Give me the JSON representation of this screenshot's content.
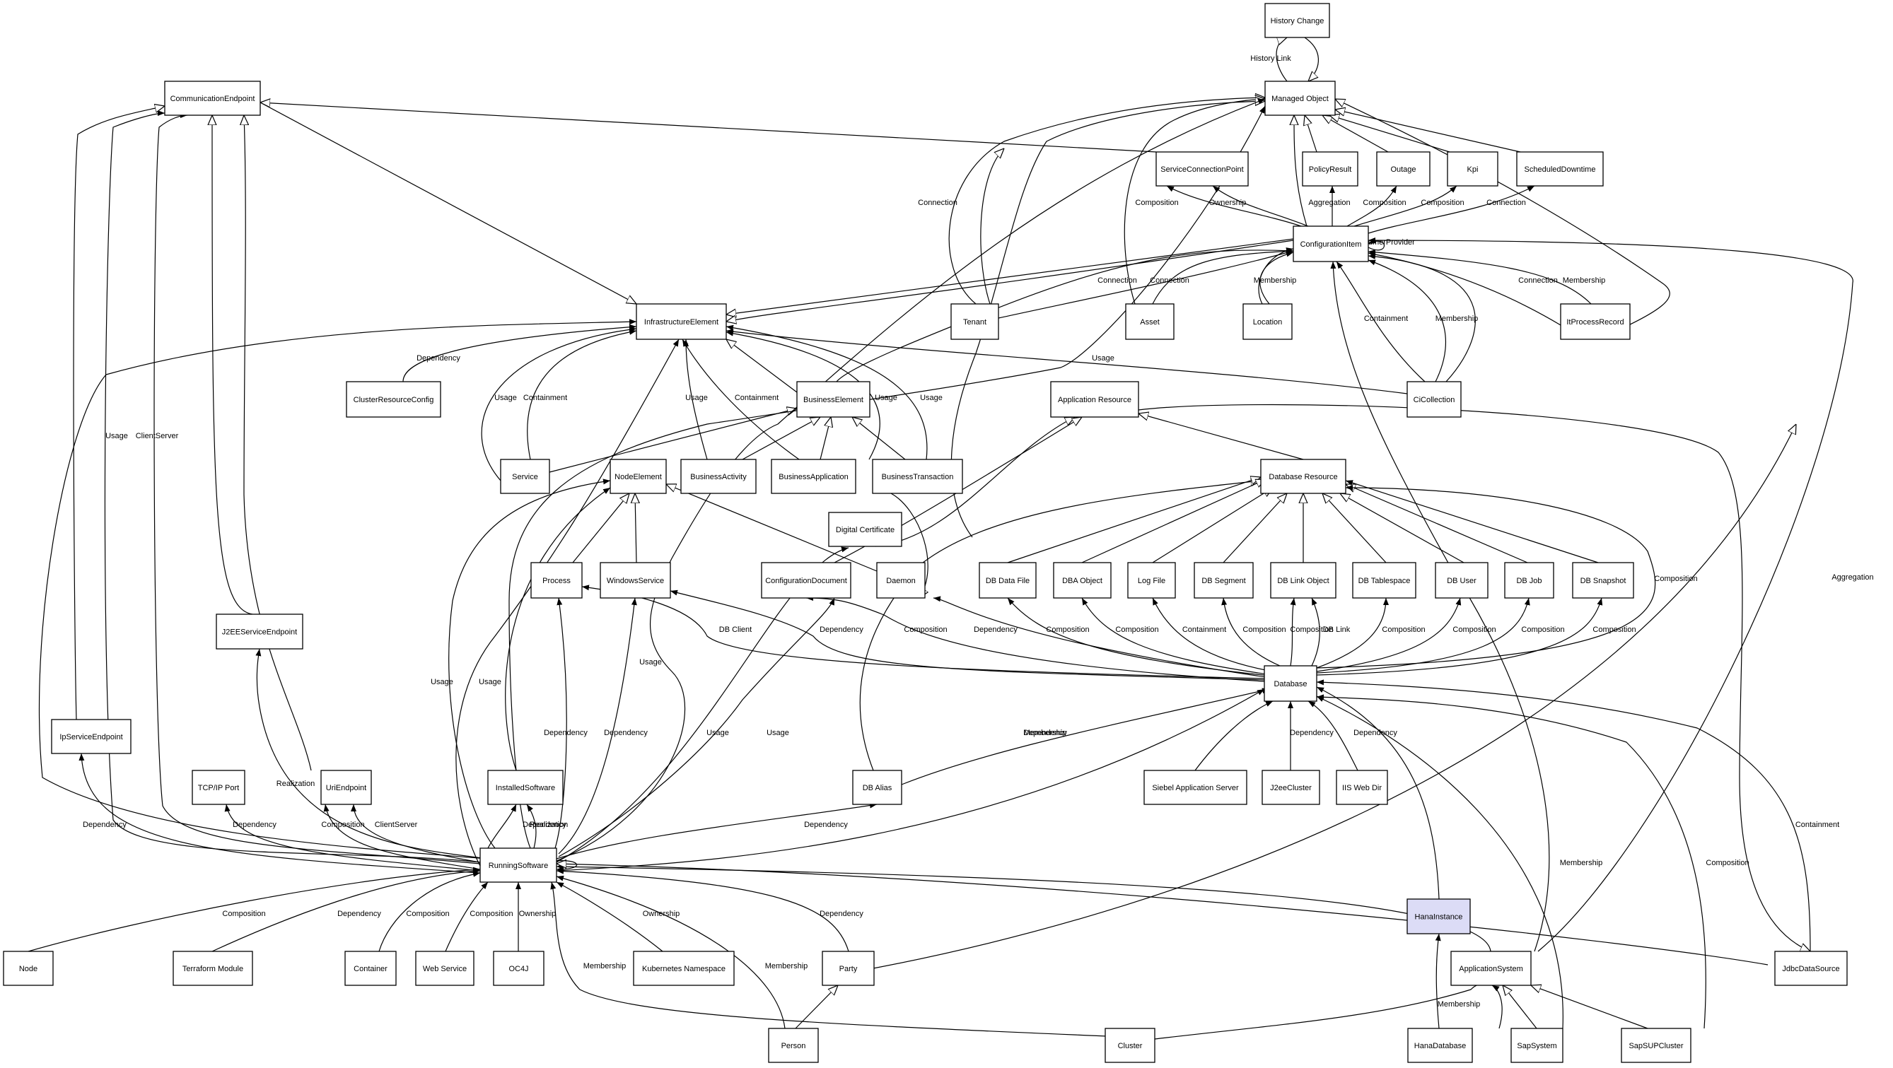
{
  "diagram": {
    "highlight_color": "#dcdcf6",
    "nodes": [
      {
        "id": "history",
        "label": "History Change"
      },
      {
        "id": "managed",
        "label": "Managed Object"
      },
      {
        "id": "commend",
        "label": "CommunicationEndpoint"
      },
      {
        "id": "scp",
        "label": "ServiceConnectionPoint"
      },
      {
        "id": "policy",
        "label": "PolicyResult"
      },
      {
        "id": "outage",
        "label": "Outage"
      },
      {
        "id": "kpi",
        "label": "Kpi"
      },
      {
        "id": "sched",
        "label": "ScheduledDowntime"
      },
      {
        "id": "ci",
        "label": "ConfigurationItem"
      },
      {
        "id": "infra",
        "label": "InfrastructureElement"
      },
      {
        "id": "tenant",
        "label": "Tenant"
      },
      {
        "id": "asset",
        "label": "Asset"
      },
      {
        "id": "location",
        "label": "Location"
      },
      {
        "id": "itproc",
        "label": "ItProcessRecord"
      },
      {
        "id": "crc",
        "label": "ClusterResourceConfig"
      },
      {
        "id": "bizel",
        "label": "BusinessElement"
      },
      {
        "id": "appres",
        "label": "Application Resource"
      },
      {
        "id": "cicoll",
        "label": "CiCollection"
      },
      {
        "id": "service",
        "label": "Service"
      },
      {
        "id": "nodeel",
        "label": "NodeElement"
      },
      {
        "id": "bizact",
        "label": "BusinessActivity"
      },
      {
        "id": "bizapp",
        "label": "BusinessApplication"
      },
      {
        "id": "biztx",
        "label": "BusinessTransaction"
      },
      {
        "id": "dbres",
        "label": "Database Resource"
      },
      {
        "id": "digcert",
        "label": "Digital Certificate"
      },
      {
        "id": "process",
        "label": "Process"
      },
      {
        "id": "winsvc",
        "label": "WindowsService"
      },
      {
        "id": "confdoc",
        "label": "ConfigurationDocument"
      },
      {
        "id": "daemon",
        "label": "Daemon"
      },
      {
        "id": "dbdatafile",
        "label": "DB Data File"
      },
      {
        "id": "dbaobj",
        "label": "DBA Object"
      },
      {
        "id": "logfile",
        "label": "Log File"
      },
      {
        "id": "dbseg",
        "label": "DB Segment"
      },
      {
        "id": "dblinkobj",
        "label": "DB Link Object"
      },
      {
        "id": "dbts",
        "label": "DB Tablespace"
      },
      {
        "id": "dbuser",
        "label": "DB User"
      },
      {
        "id": "dbjob",
        "label": "DB Job"
      },
      {
        "id": "dbsnap",
        "label": "DB Snapshot"
      },
      {
        "id": "j2ee",
        "label": "J2EEServiceEndpoint"
      },
      {
        "id": "database",
        "label": "Database"
      },
      {
        "id": "ipse",
        "label": "IpServiceEndpoint"
      },
      {
        "id": "tcpip",
        "label": "TCP/IP Port"
      },
      {
        "id": "uriep",
        "label": "UriEndpoint"
      },
      {
        "id": "instsw",
        "label": "InstalledSoftware"
      },
      {
        "id": "dbalias",
        "label": "DB Alias"
      },
      {
        "id": "siebel",
        "label": "Siebel Application Server"
      },
      {
        "id": "j2eecl",
        "label": "J2eeCluster"
      },
      {
        "id": "iiswd",
        "label": "IIS Web Dir"
      },
      {
        "id": "runsw",
        "label": "RunningSoftware"
      },
      {
        "id": "hanainst",
        "label": "HanaInstance",
        "highlight": true
      },
      {
        "id": "node",
        "label": "Node"
      },
      {
        "id": "terraform",
        "label": "Terraform Module"
      },
      {
        "id": "container",
        "label": "Container"
      },
      {
        "id": "websvc",
        "label": "Web Service"
      },
      {
        "id": "oc4j",
        "label": "OC4J"
      },
      {
        "id": "k8sns",
        "label": "Kubernetes Namespace"
      },
      {
        "id": "party",
        "label": "Party"
      },
      {
        "id": "appsys",
        "label": "ApplicationSystem"
      },
      {
        "id": "jdbc",
        "label": "JdbcDataSource"
      },
      {
        "id": "person",
        "label": "Person"
      },
      {
        "id": "cluster",
        "label": "Cluster"
      },
      {
        "id": "hanadb",
        "label": "HanaDatabase"
      },
      {
        "id": "sapsys",
        "label": "SapSystem"
      },
      {
        "id": "sapsup",
        "label": "SapSUPCluster"
      }
    ],
    "edges": [
      {
        "id": "e1",
        "label": "History Link",
        "type": "tri"
      },
      {
        "id": "e2",
        "label": "",
        "type": "tri"
      },
      {
        "id": "e3",
        "label": "",
        "type": "tri"
      },
      {
        "id": "e4",
        "label": "",
        "type": "tri"
      },
      {
        "id": "e5",
        "label": "",
        "type": "tri"
      },
      {
        "id": "e6",
        "label": "",
        "type": "tri"
      },
      {
        "id": "e7",
        "label": "",
        "type": "tri"
      },
      {
        "id": "e8",
        "label": "",
        "type": "tri"
      },
      {
        "id": "e9",
        "label": "Connection",
        "type": "tri"
      },
      {
        "id": "e10",
        "label": "",
        "type": "tri"
      },
      {
        "id": "e11",
        "label": "",
        "type": "tri"
      },
      {
        "id": "e12",
        "label": "",
        "type": "tri"
      },
      {
        "id": "e13",
        "label": "",
        "type": "tri"
      },
      {
        "id": "e14",
        "label": "Composition",
        "type": "arrow"
      },
      {
        "id": "e15",
        "label": "Ownership",
        "type": "arrow"
      },
      {
        "id": "e16",
        "label": "Aggregation",
        "type": "arrow"
      },
      {
        "id": "e17",
        "label": "Composition",
        "type": "arrow"
      },
      {
        "id": "e18",
        "label": "Composition",
        "type": "arrow"
      },
      {
        "id": "e19",
        "label": "Connection",
        "type": "arrow"
      },
      {
        "id": "e20",
        "label": "ConsumerProvider",
        "type": "arrow"
      },
      {
        "id": "e21",
        "label": "Connection",
        "type": "arrow"
      },
      {
        "id": "e22",
        "label": "Connection",
        "type": "arrow"
      },
      {
        "id": "e23",
        "label": "Membership",
        "type": "arrow"
      },
      {
        "id": "e24",
        "label": "",
        "type": "arrow"
      },
      {
        "id": "e25",
        "label": "Connection",
        "type": "arrow"
      },
      {
        "id": "e26",
        "label": "Membership",
        "type": "arrow"
      },
      {
        "id": "e27",
        "label": "Containment",
        "type": "arrow"
      },
      {
        "id": "e28",
        "label": "Membership",
        "type": "arrow"
      },
      {
        "id": "e29",
        "label": "",
        "type": "arrow"
      },
      {
        "id": "e30",
        "label": "Aggregation",
        "type": "arrow"
      },
      {
        "id": "e31",
        "label": "",
        "type": "arrow"
      },
      {
        "id": "e32",
        "label": "",
        "type": "tri"
      },
      {
        "id": "e33",
        "label": "",
        "type": "tri"
      },
      {
        "id": "e34",
        "label": "Usage",
        "type": "arrow"
      },
      {
        "id": "e35",
        "label": "ClientServer",
        "type": "arrow"
      },
      {
        "id": "e36",
        "label": "",
        "type": "tri"
      },
      {
        "id": "e37",
        "label": "",
        "type": "tri"
      },
      {
        "id": "e38",
        "label": "",
        "type": "tri"
      },
      {
        "id": "e39",
        "label": "",
        "type": "tri"
      },
      {
        "id": "e40",
        "label": "Dependency",
        "type": "arrow"
      },
      {
        "id": "e41",
        "label": "Usage",
        "type": "arrow"
      },
      {
        "id": "e42",
        "label": "Containment",
        "type": "arrow"
      },
      {
        "id": "e43",
        "label": "Usage",
        "type": "arrow"
      },
      {
        "id": "e44",
        "label": "Containment",
        "type": "arrow"
      },
      {
        "id": "e45",
        "label": "Usage",
        "type": "arrow"
      },
      {
        "id": "e46",
        "label": "Usage",
        "type": "arrow"
      },
      {
        "id": "e47",
        "label": "",
        "type": "tri"
      },
      {
        "id": "e48",
        "label": "Usage",
        "type": "arrow"
      },
      {
        "id": "e49",
        "label": "",
        "type": "arrow"
      },
      {
        "id": "e50",
        "label": "",
        "type": "tri"
      },
      {
        "id": "e51",
        "label": "",
        "type": "tri"
      },
      {
        "id": "e52",
        "label": "",
        "type": "tri"
      },
      {
        "id": "e53",
        "label": "",
        "type": "tri"
      },
      {
        "id": "e54",
        "label": "",
        "type": "tri"
      },
      {
        "id": "e55",
        "label": "",
        "type": "tri"
      },
      {
        "id": "e56",
        "label": "",
        "type": "tri"
      },
      {
        "id": "e57",
        "label": "",
        "type": "tri"
      },
      {
        "id": "e58",
        "label": "",
        "type": "tri"
      },
      {
        "id": "e59",
        "label": "",
        "type": "tri"
      },
      {
        "id": "e60",
        "label": "",
        "type": "tri"
      },
      {
        "id": "e61",
        "label": "",
        "type": "tri"
      },
      {
        "id": "e62",
        "label": "",
        "type": "tri"
      },
      {
        "id": "e63",
        "label": "",
        "type": "tri"
      },
      {
        "id": "e64",
        "label": "",
        "type": "tri"
      },
      {
        "id": "e65",
        "label": "",
        "type": "tri"
      },
      {
        "id": "e66",
        "label": "",
        "type": "tri"
      },
      {
        "id": "e67",
        "label": "",
        "type": "tri"
      },
      {
        "id": "e68",
        "label": "",
        "type": "tri"
      },
      {
        "id": "e69",
        "label": "",
        "type": "tri"
      },
      {
        "id": "e70",
        "label": "",
        "type": "tri"
      },
      {
        "id": "e71",
        "label": "Composition",
        "type": "arrow"
      },
      {
        "id": "e72",
        "label": "DB Client",
        "type": "arrow"
      },
      {
        "id": "e73",
        "label": "Dependency",
        "type": "arrow"
      },
      {
        "id": "e74",
        "label": "Composition",
        "type": "arrow"
      },
      {
        "id": "e75",
        "label": "Dependency",
        "type": "arrow"
      },
      {
        "id": "e76",
        "label": "Composition",
        "type": "arrow"
      },
      {
        "id": "e77",
        "label": "Composition",
        "type": "arrow"
      },
      {
        "id": "e78",
        "label": "Containment",
        "type": "arrow"
      },
      {
        "id": "e79",
        "label": "Composition",
        "type": "arrow"
      },
      {
        "id": "e80",
        "label": "Composition",
        "type": "arrow"
      },
      {
        "id": "e81",
        "label": "DB Link",
        "type": "arrow"
      },
      {
        "id": "e82",
        "label": "Composition",
        "type": "arrow"
      },
      {
        "id": "e83",
        "label": "Composition",
        "type": "arrow"
      },
      {
        "id": "e84",
        "label": "Composition",
        "type": "arrow"
      },
      {
        "id": "e85",
        "label": "Composition",
        "type": "arrow"
      },
      {
        "id": "e86",
        "label": "Composition",
        "type": "arrow"
      },
      {
        "id": "e87",
        "label": "Usage",
        "type": "arrow"
      },
      {
        "id": "e88",
        "label": "Usage",
        "type": "arrow"
      },
      {
        "id": "e89",
        "label": "Dependency",
        "type": "arrow"
      },
      {
        "id": "e90",
        "label": "Dependency",
        "type": "arrow"
      },
      {
        "id": "e91",
        "label": "Usage",
        "type": "arrow"
      },
      {
        "id": "e92",
        "label": "Usage",
        "type": "arrow"
      },
      {
        "id": "e93",
        "label": "Usage",
        "type": "arrow"
      },
      {
        "id": "e94",
        "label": "Usage",
        "type": "arrow"
      },
      {
        "id": "e95",
        "label": "Usage",
        "type": "arrow"
      },
      {
        "id": "e96",
        "label": "Composition",
        "type": "arrow"
      },
      {
        "id": "e97",
        "label": "ClientServer",
        "type": "arrow"
      },
      {
        "id": "e98",
        "label": "Dependency",
        "type": "arrow"
      },
      {
        "id": "e99",
        "label": "Realization",
        "type": "arrow"
      },
      {
        "id": "e100",
        "label": "Dependency",
        "type": "arrow"
      },
      {
        "id": "e101",
        "label": "Realization",
        "type": "arrow"
      },
      {
        "id": "e102",
        "label": "",
        "type": "arrow"
      },
      {
        "id": "e103",
        "label": "Dependency",
        "type": "arrow"
      },
      {
        "id": "e104",
        "label": "Membership",
        "type": "arrow"
      },
      {
        "id": "e105",
        "label": "Dependency",
        "type": "arrow"
      },
      {
        "id": "e106",
        "label": "Dependency",
        "type": "arrow"
      },
      {
        "id": "e107",
        "label": "",
        "type": "arrow"
      },
      {
        "id": "e108",
        "label": "Dependency",
        "type": "arrow"
      },
      {
        "id": "e109",
        "label": "Dependency",
        "type": "arrow"
      },
      {
        "id": "e110",
        "label": "Dependency",
        "type": "arrow"
      },
      {
        "id": "e111",
        "label": "Membership",
        "type": "arrow"
      },
      {
        "id": "e112",
        "label": "Composition",
        "type": "arrow"
      },
      {
        "id": "e113",
        "label": "Containment",
        "type": "arrow"
      },
      {
        "id": "e114",
        "label": "Composition",
        "type": "arrow"
      },
      {
        "id": "e115",
        "label": "Dependency",
        "type": "arrow"
      },
      {
        "id": "e116",
        "label": "Composition",
        "type": "arrow"
      },
      {
        "id": "e117",
        "label": "Composition",
        "type": "arrow"
      },
      {
        "id": "e118",
        "label": "Ownership",
        "type": "arrow"
      },
      {
        "id": "e119",
        "label": "Ownership",
        "type": "arrow"
      },
      {
        "id": "e120",
        "label": "Membership",
        "type": "arrow"
      },
      {
        "id": "e121",
        "label": "Dependency",
        "type": "arrow"
      },
      {
        "id": "e122",
        "label": "Membership",
        "type": "arrow"
      },
      {
        "id": "e123",
        "label": "",
        "type": "arrow"
      },
      {
        "id": "e124",
        "label": "",
        "type": "tri"
      },
      {
        "id": "e125",
        "label": "",
        "type": "tri"
      },
      {
        "id": "e126",
        "label": "",
        "type": "tri"
      },
      {
        "id": "e127",
        "label": "",
        "type": "tri"
      },
      {
        "id": "e128",
        "label": "Membership",
        "type": "arrow"
      },
      {
        "id": "e129",
        "label": "DependencyMembership",
        "type": "arrow"
      }
    ]
  }
}
